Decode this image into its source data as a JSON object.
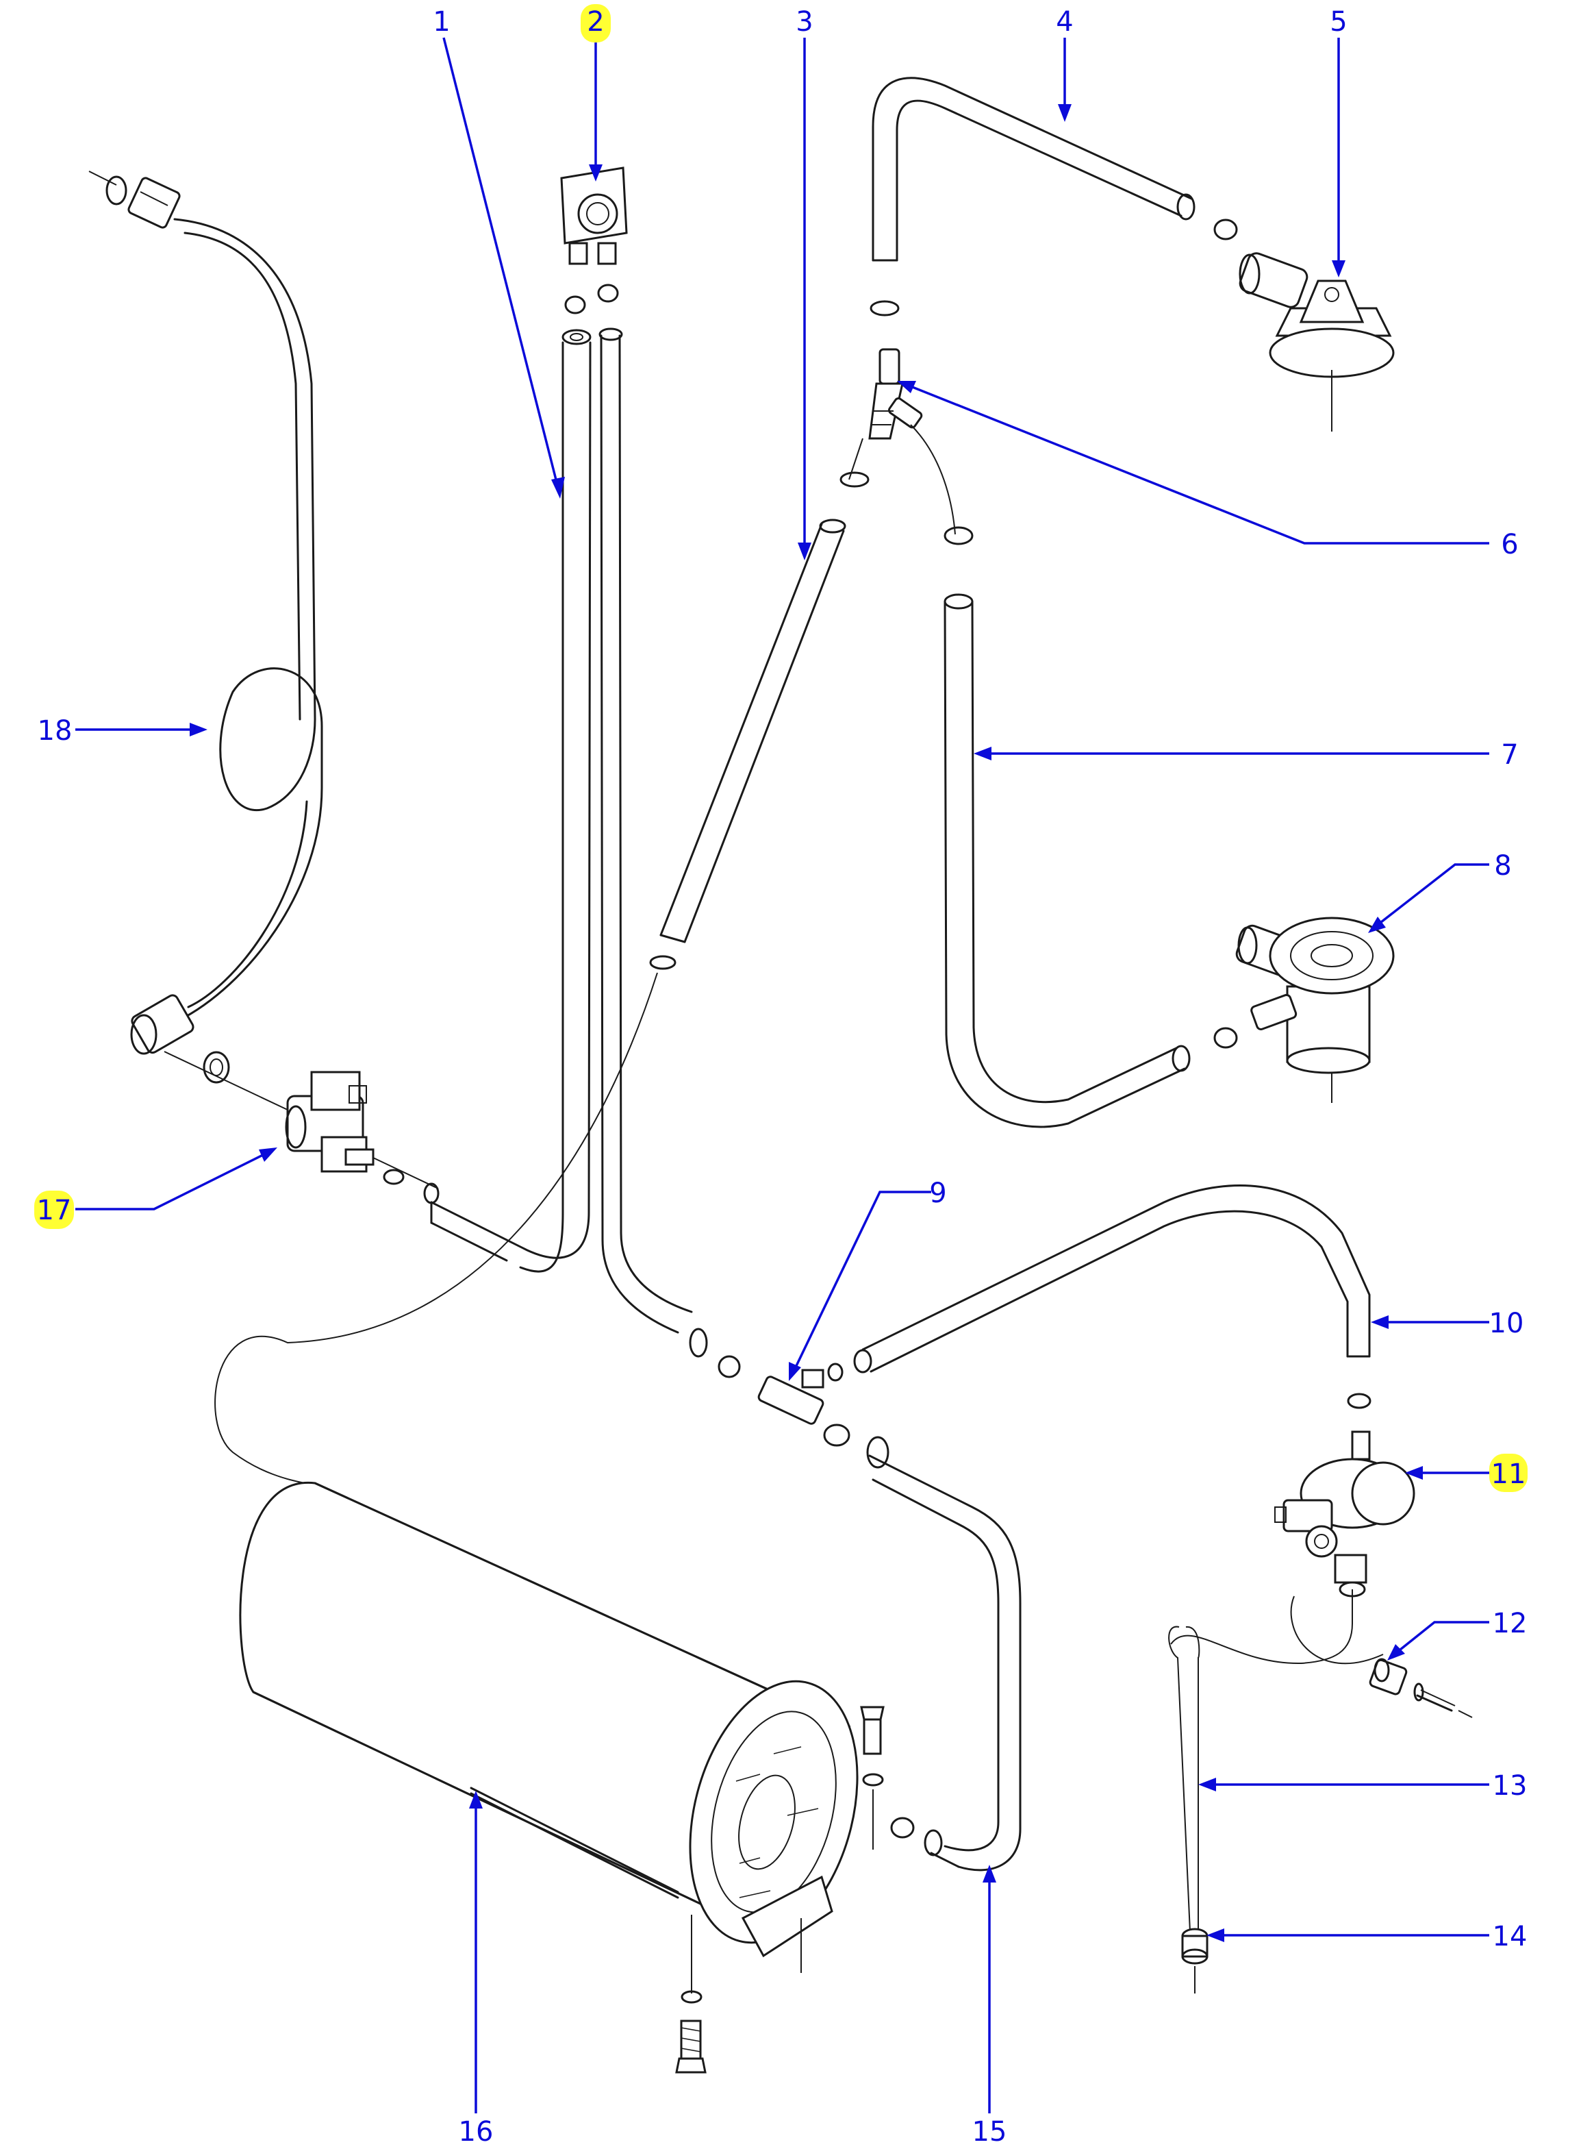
{
  "diagram": {
    "highlight_color": "#ffff33",
    "leader_color": "#0b0bd9",
    "callouts": [
      {
        "id": "1",
        "label": "1",
        "highlighted": false
      },
      {
        "id": "2",
        "label": "2",
        "highlighted": true
      },
      {
        "id": "3",
        "label": "3",
        "highlighted": false
      },
      {
        "id": "4",
        "label": "4",
        "highlighted": false
      },
      {
        "id": "5",
        "label": "5",
        "highlighted": false
      },
      {
        "id": "6",
        "label": "6",
        "highlighted": false
      },
      {
        "id": "7",
        "label": "7",
        "highlighted": false
      },
      {
        "id": "8",
        "label": "8",
        "highlighted": false
      },
      {
        "id": "9",
        "label": "9",
        "highlighted": false
      },
      {
        "id": "10",
        "label": "10",
        "highlighted": false
      },
      {
        "id": "11",
        "label": "11",
        "highlighted": true
      },
      {
        "id": "12",
        "label": "12",
        "highlighted": false
      },
      {
        "id": "13",
        "label": "13",
        "highlighted": false
      },
      {
        "id": "14",
        "label": "14",
        "highlighted": false
      },
      {
        "id": "15",
        "label": "15",
        "highlighted": false
      },
      {
        "id": "16",
        "label": "16",
        "highlighted": false
      },
      {
        "id": "17",
        "label": "17",
        "highlighted": true
      },
      {
        "id": "18",
        "label": "18",
        "highlighted": false
      }
    ]
  }
}
